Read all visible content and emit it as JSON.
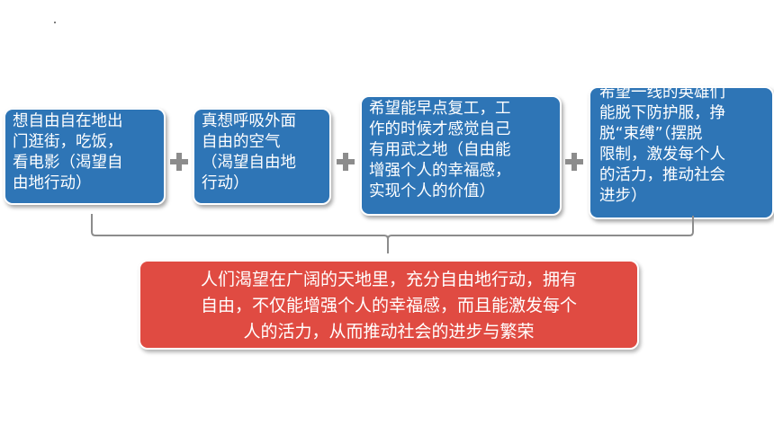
{
  "boxes": [
    {
      "text": "想自由自在地出\n门逛街，吃饭，\n看电影（渴望自\n由地行动）"
    },
    {
      "text": "真想呼吸外面\n自由的空气\n（渴望自由地\n行动）"
    },
    {
      "text": "希望能早点复工，工\n作的时候才感觉自己\n有用武之地（自由能\n增强个人的幸福感，\n实现个人的价值）"
    },
    {
      "text": "希望一线的英雄们\n能脱下防护服，挣\n脱“束缚”（摆脱\n限制，激发每个人\n的活力，推动社会\n进步）"
    }
  ],
  "summary": {
    "text": "人们渴望在广阔的天地里，充分自由地行动，拥有\n自由，不仅能增强个人的幸福感，而且能激发每个\n人的活力，从而推动社会的进步与繁荣"
  },
  "colors": {
    "box_blue": "#2e75b6",
    "summary_red": "#e04b42",
    "connector_gray": "#8c8c8c"
  }
}
